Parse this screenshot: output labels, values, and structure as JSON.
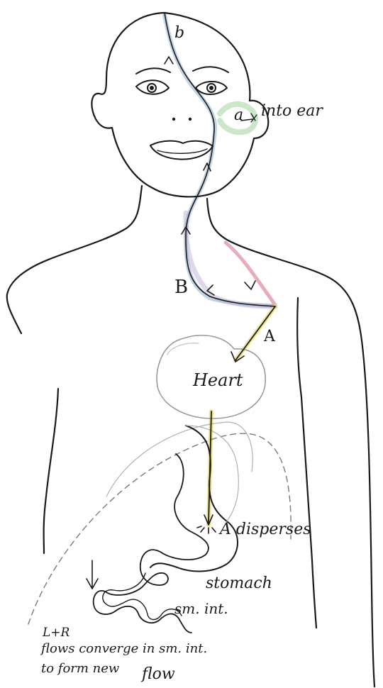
{
  "labels": {
    "b": "b",
    "a": "a",
    "into_ear": "into ear",
    "B": "B",
    "A": "A",
    "heart": "Heart",
    "a_disperses": "A disperses",
    "stomach": "stomach",
    "sm_int": "sm. int.",
    "lr": "L+R",
    "note_line1": "flows converge in sm. int.",
    "note_line2": "to form new",
    "note_flow": "flow"
  },
  "colors": {
    "ink": "#1a1a1a",
    "pencil": "#9a9a9a",
    "blue_flow": "#8fb3cf",
    "green_flow": "#9fd49a",
    "red_flow": "#d98a9a",
    "yellow_flow": "#e8e070",
    "lavender": "#b8a8d0"
  }
}
